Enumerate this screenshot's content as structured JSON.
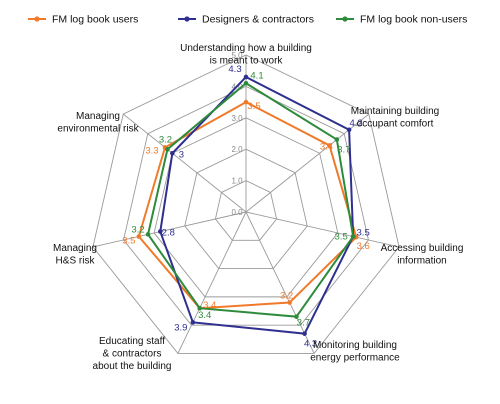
{
  "chart_data": {
    "type": "radar",
    "title": "",
    "rlim": [
      0,
      5
    ],
    "ticks": [
      "0.0",
      "1.0",
      "2.0",
      "3.0",
      "4.0",
      "5.0"
    ],
    "categories": [
      [
        "Understanding how a building",
        "is meant to work"
      ],
      [
        "Maintaining building",
        "occupant comfort"
      ],
      [
        "Accessing building",
        "information"
      ],
      [
        "Monitoring building",
        "energy performance"
      ],
      [
        "Educating staff",
        "& contractors",
        "about the building"
      ],
      [
        "Managing",
        "H&S risk"
      ],
      [
        "Managing",
        "environmental risk"
      ]
    ],
    "series": [
      {
        "name": "FM log book users",
        "color": "#f07a2a",
        "values": [
          3.5,
          3.4,
          3.6,
          3.2,
          3.4,
          3.5,
          3.3
        ],
        "labels": [
          "3.5",
          "3.4",
          "3.6",
          "3.2",
          "3.4",
          "3.5",
          "3.3"
        ]
      },
      {
        "name": "Designers & contractors",
        "color": "#2f2f8f",
        "values": [
          4.3,
          4.2,
          3.5,
          4.3,
          3.9,
          2.8,
          3.0
        ],
        "labels": [
          "4.3",
          "4.2",
          "3.5",
          "4.3",
          "3.9",
          "2.8",
          "3"
        ]
      },
      {
        "name": "FM log book non-users",
        "color": "#2e8b3c",
        "values": [
          4.1,
          3.7,
          3.5,
          3.7,
          3.4,
          3.2,
          3.2
        ],
        "labels": [
          "4.1",
          "3.7",
          "3.5",
          "3.7",
          "3.4",
          "3.2",
          "3.2"
        ]
      }
    ],
    "grid": true,
    "legend": "top"
  }
}
